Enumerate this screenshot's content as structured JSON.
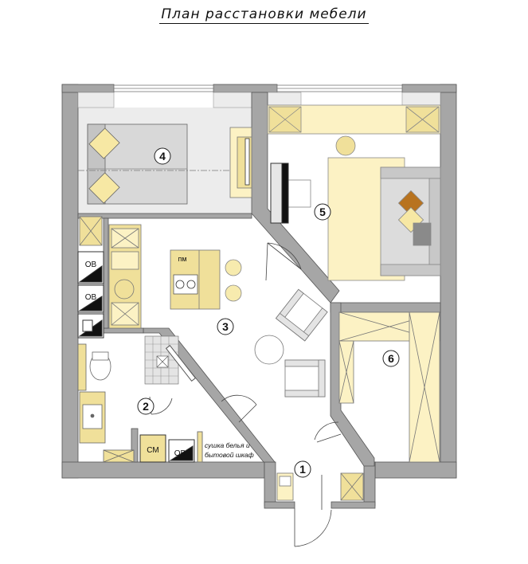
{
  "title": "План расстановки мебели",
  "rooms": {
    "r1": "1",
    "r2": "2",
    "r3": "3",
    "r4": "4",
    "r5": "5",
    "r6": "6"
  },
  "labels": {
    "pm": "пм",
    "ov1": "ОВ",
    "ov2": "ОВ",
    "ov3": "ОВ",
    "sm": "СМ",
    "drying_line1": "сушка белья и",
    "drying_line2": "бытовой шкаф"
  },
  "colors": {
    "wall": "#a6a6a6",
    "cream": "#fcf2c4",
    "yellow": "#f0e09a",
    "room_gray": "#ececec",
    "sofa_gray": "#dcdcdc",
    "pillow_brown": "#b8731f"
  }
}
